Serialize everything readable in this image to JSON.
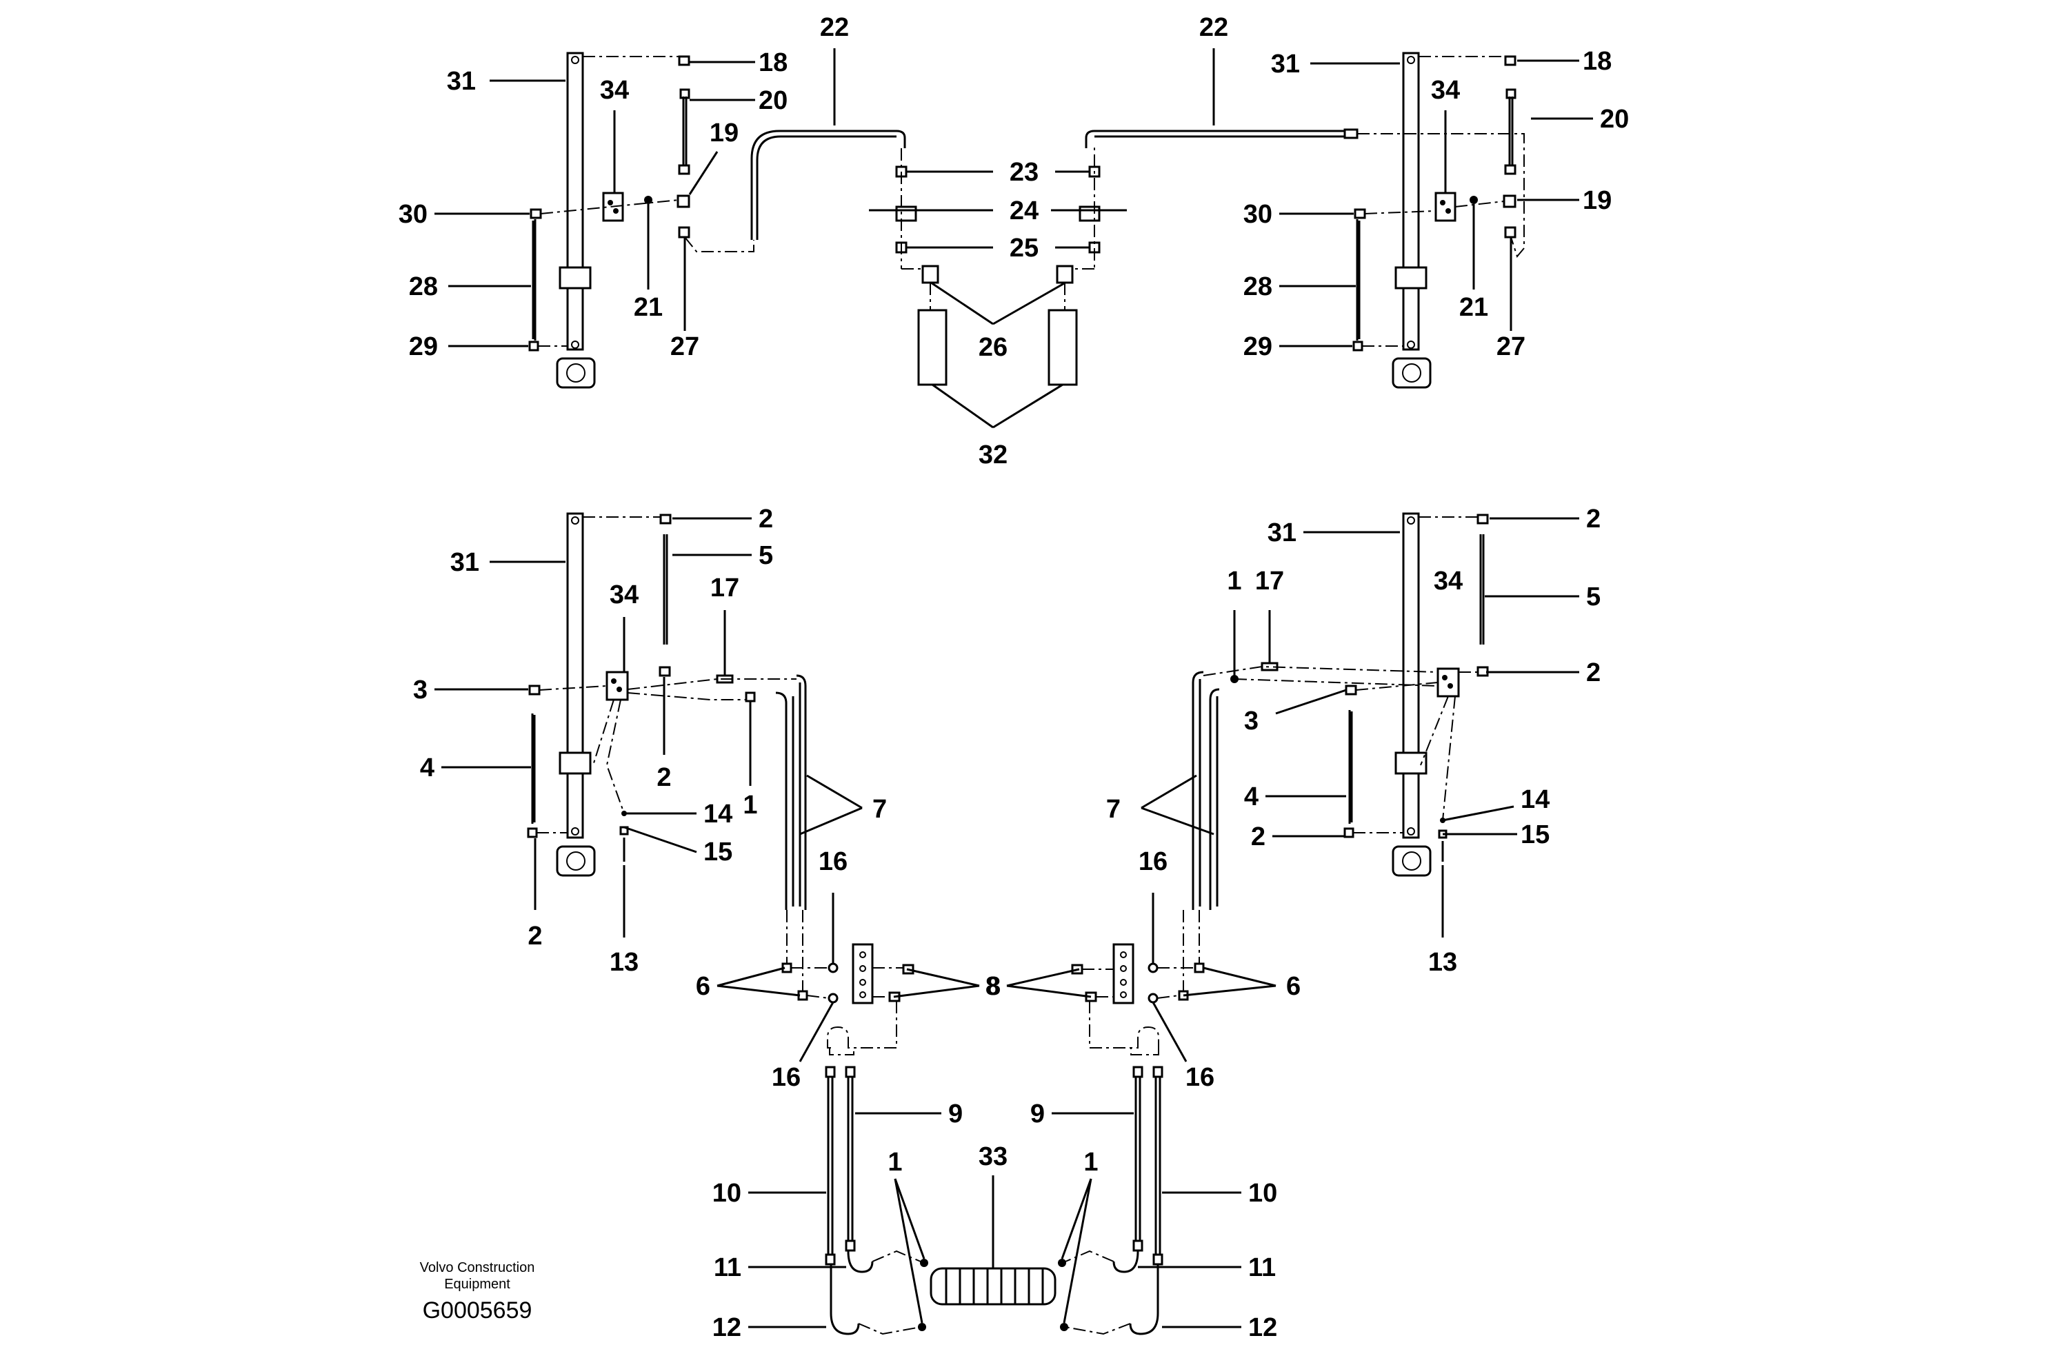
{
  "drawing": {
    "labels": {
      "n1": "1",
      "n2": "2",
      "n3": "3",
      "n4": "4",
      "n5": "5",
      "n6": "6",
      "n7": "7",
      "n8": "8",
      "n9": "9",
      "n10": "10",
      "n11": "11",
      "n12": "12",
      "n13": "13",
      "n14": "14",
      "n15": "15",
      "n16": "16",
      "n17": "17",
      "n18": "18",
      "n19": "19",
      "n20": "20",
      "n21": "21",
      "n22": "22",
      "n23": "23",
      "n24": "24",
      "n25": "25",
      "n26": "26",
      "n27": "27",
      "n28": "28",
      "n29": "29",
      "n30": "30",
      "n31": "31",
      "n32": "32",
      "n33": "33",
      "n34": "34"
    },
    "footer": {
      "company_line1": "Volvo Construction",
      "company_line2": "Equipment",
      "drawing_number": "G0005659"
    }
  }
}
